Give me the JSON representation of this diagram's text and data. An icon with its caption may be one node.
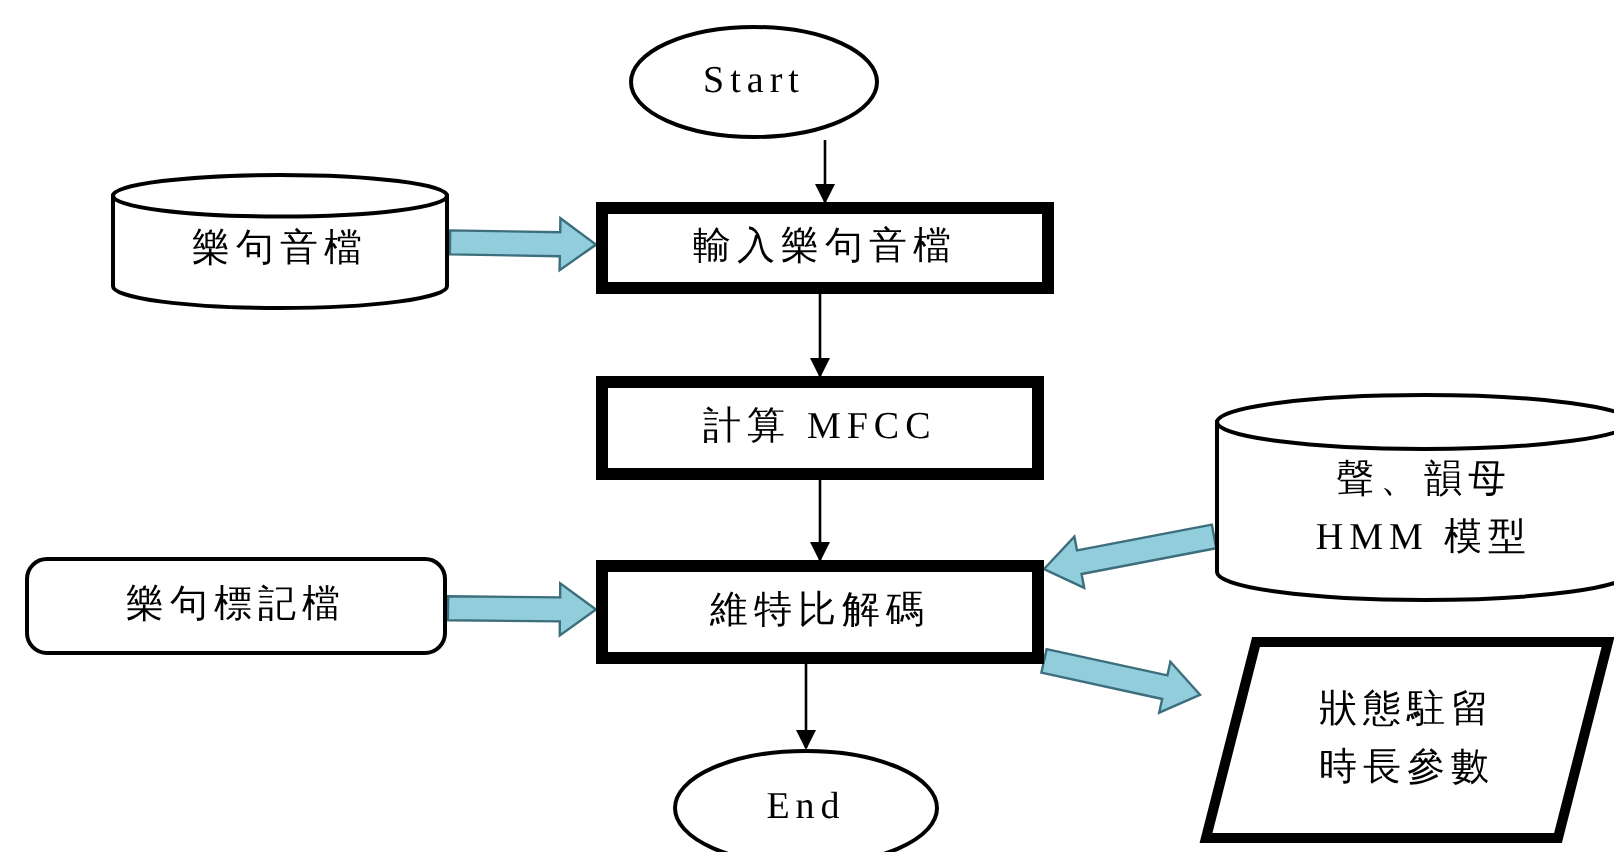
{
  "diagram": {
    "nodes": [
      {
        "text": [
          "Start"
        ]
      },
      {
        "text": [
          "樂句音檔"
        ]
      },
      {
        "text": [
          "輸入樂句音檔"
        ]
      },
      {
        "text": [
          "計算 MFCC"
        ]
      },
      {
        "text": [
          "樂句標記檔"
        ]
      },
      {
        "text": [
          "維特比解碼"
        ]
      },
      {
        "text": [
          "聲、韻母 HMM 模型"
        ]
      },
      {
        "text": [
          "狀態駐留時長參數"
        ]
      },
      {
        "text": [
          "End"
        ]
      }
    ],
    "edges": [
      {
        "from": 0,
        "to": 2,
        "arrow": "to"
      },
      {
        "from": 1,
        "to": 2,
        "arrow": "to",
        "style": "thick",
        "color": "#92cddc"
      },
      {
        "from": 2,
        "to": 3,
        "arrow": "to"
      },
      {
        "from": 3,
        "to": 5,
        "arrow": "to"
      },
      {
        "from": 4,
        "to": 5,
        "arrow": "to",
        "style": "thick",
        "color": "#92cddc"
      },
      {
        "from": 6,
        "to": 5,
        "arrow": "to",
        "style": "thick",
        "color": "#92cddc"
      },
      {
        "from": 5,
        "to": 7,
        "arrow": "to",
        "style": "thick",
        "color": "#92cddc"
      },
      {
        "from": 5,
        "to": 8,
        "arrow": "to"
      }
    ]
  }
}
